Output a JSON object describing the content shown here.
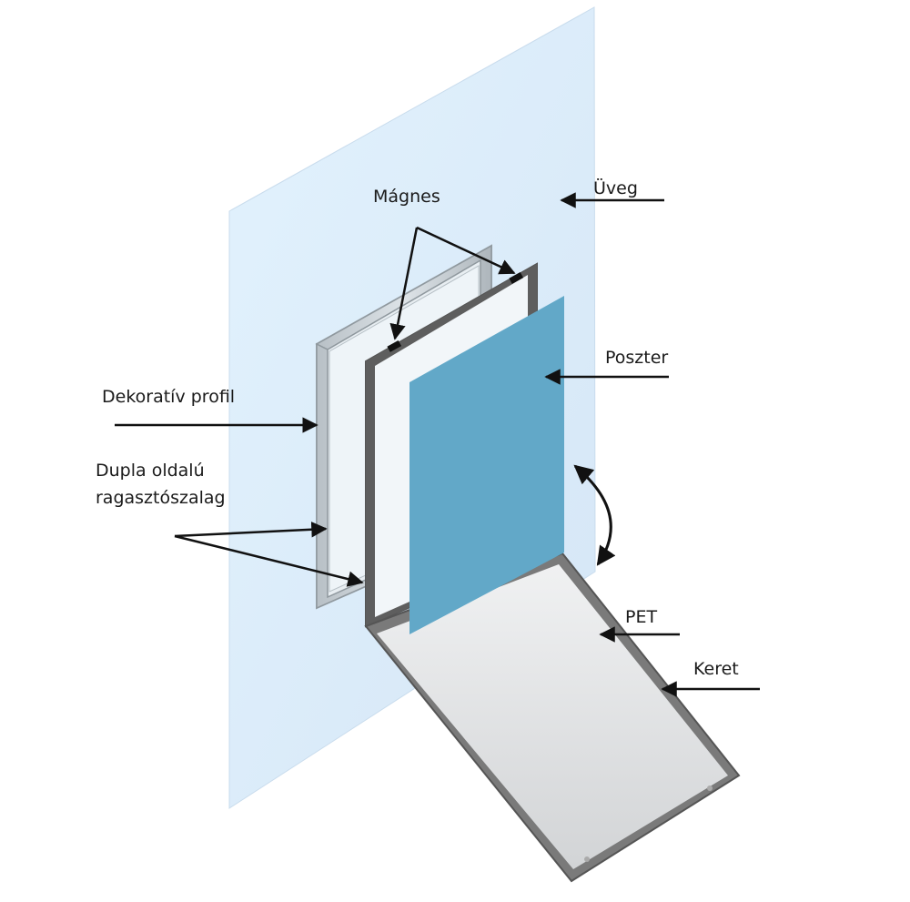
{
  "labels": {
    "glass": "Üveg",
    "magnet": "Mágnes",
    "poster": "Poszter",
    "decorative_profile": "Dekoratív profil",
    "double_sided_tape_line1": "Dupla oldalú",
    "double_sided_tape_line2": "ragasztószalag",
    "pet": "PET",
    "frame": "Keret"
  },
  "colors": {
    "glass": "#dbeefc",
    "poster": "#62a8c8",
    "frame": "#5a5a5a",
    "profile": "#c0c7cc",
    "pet_panel": "#e4e6e8",
    "arrow": "#111111"
  }
}
